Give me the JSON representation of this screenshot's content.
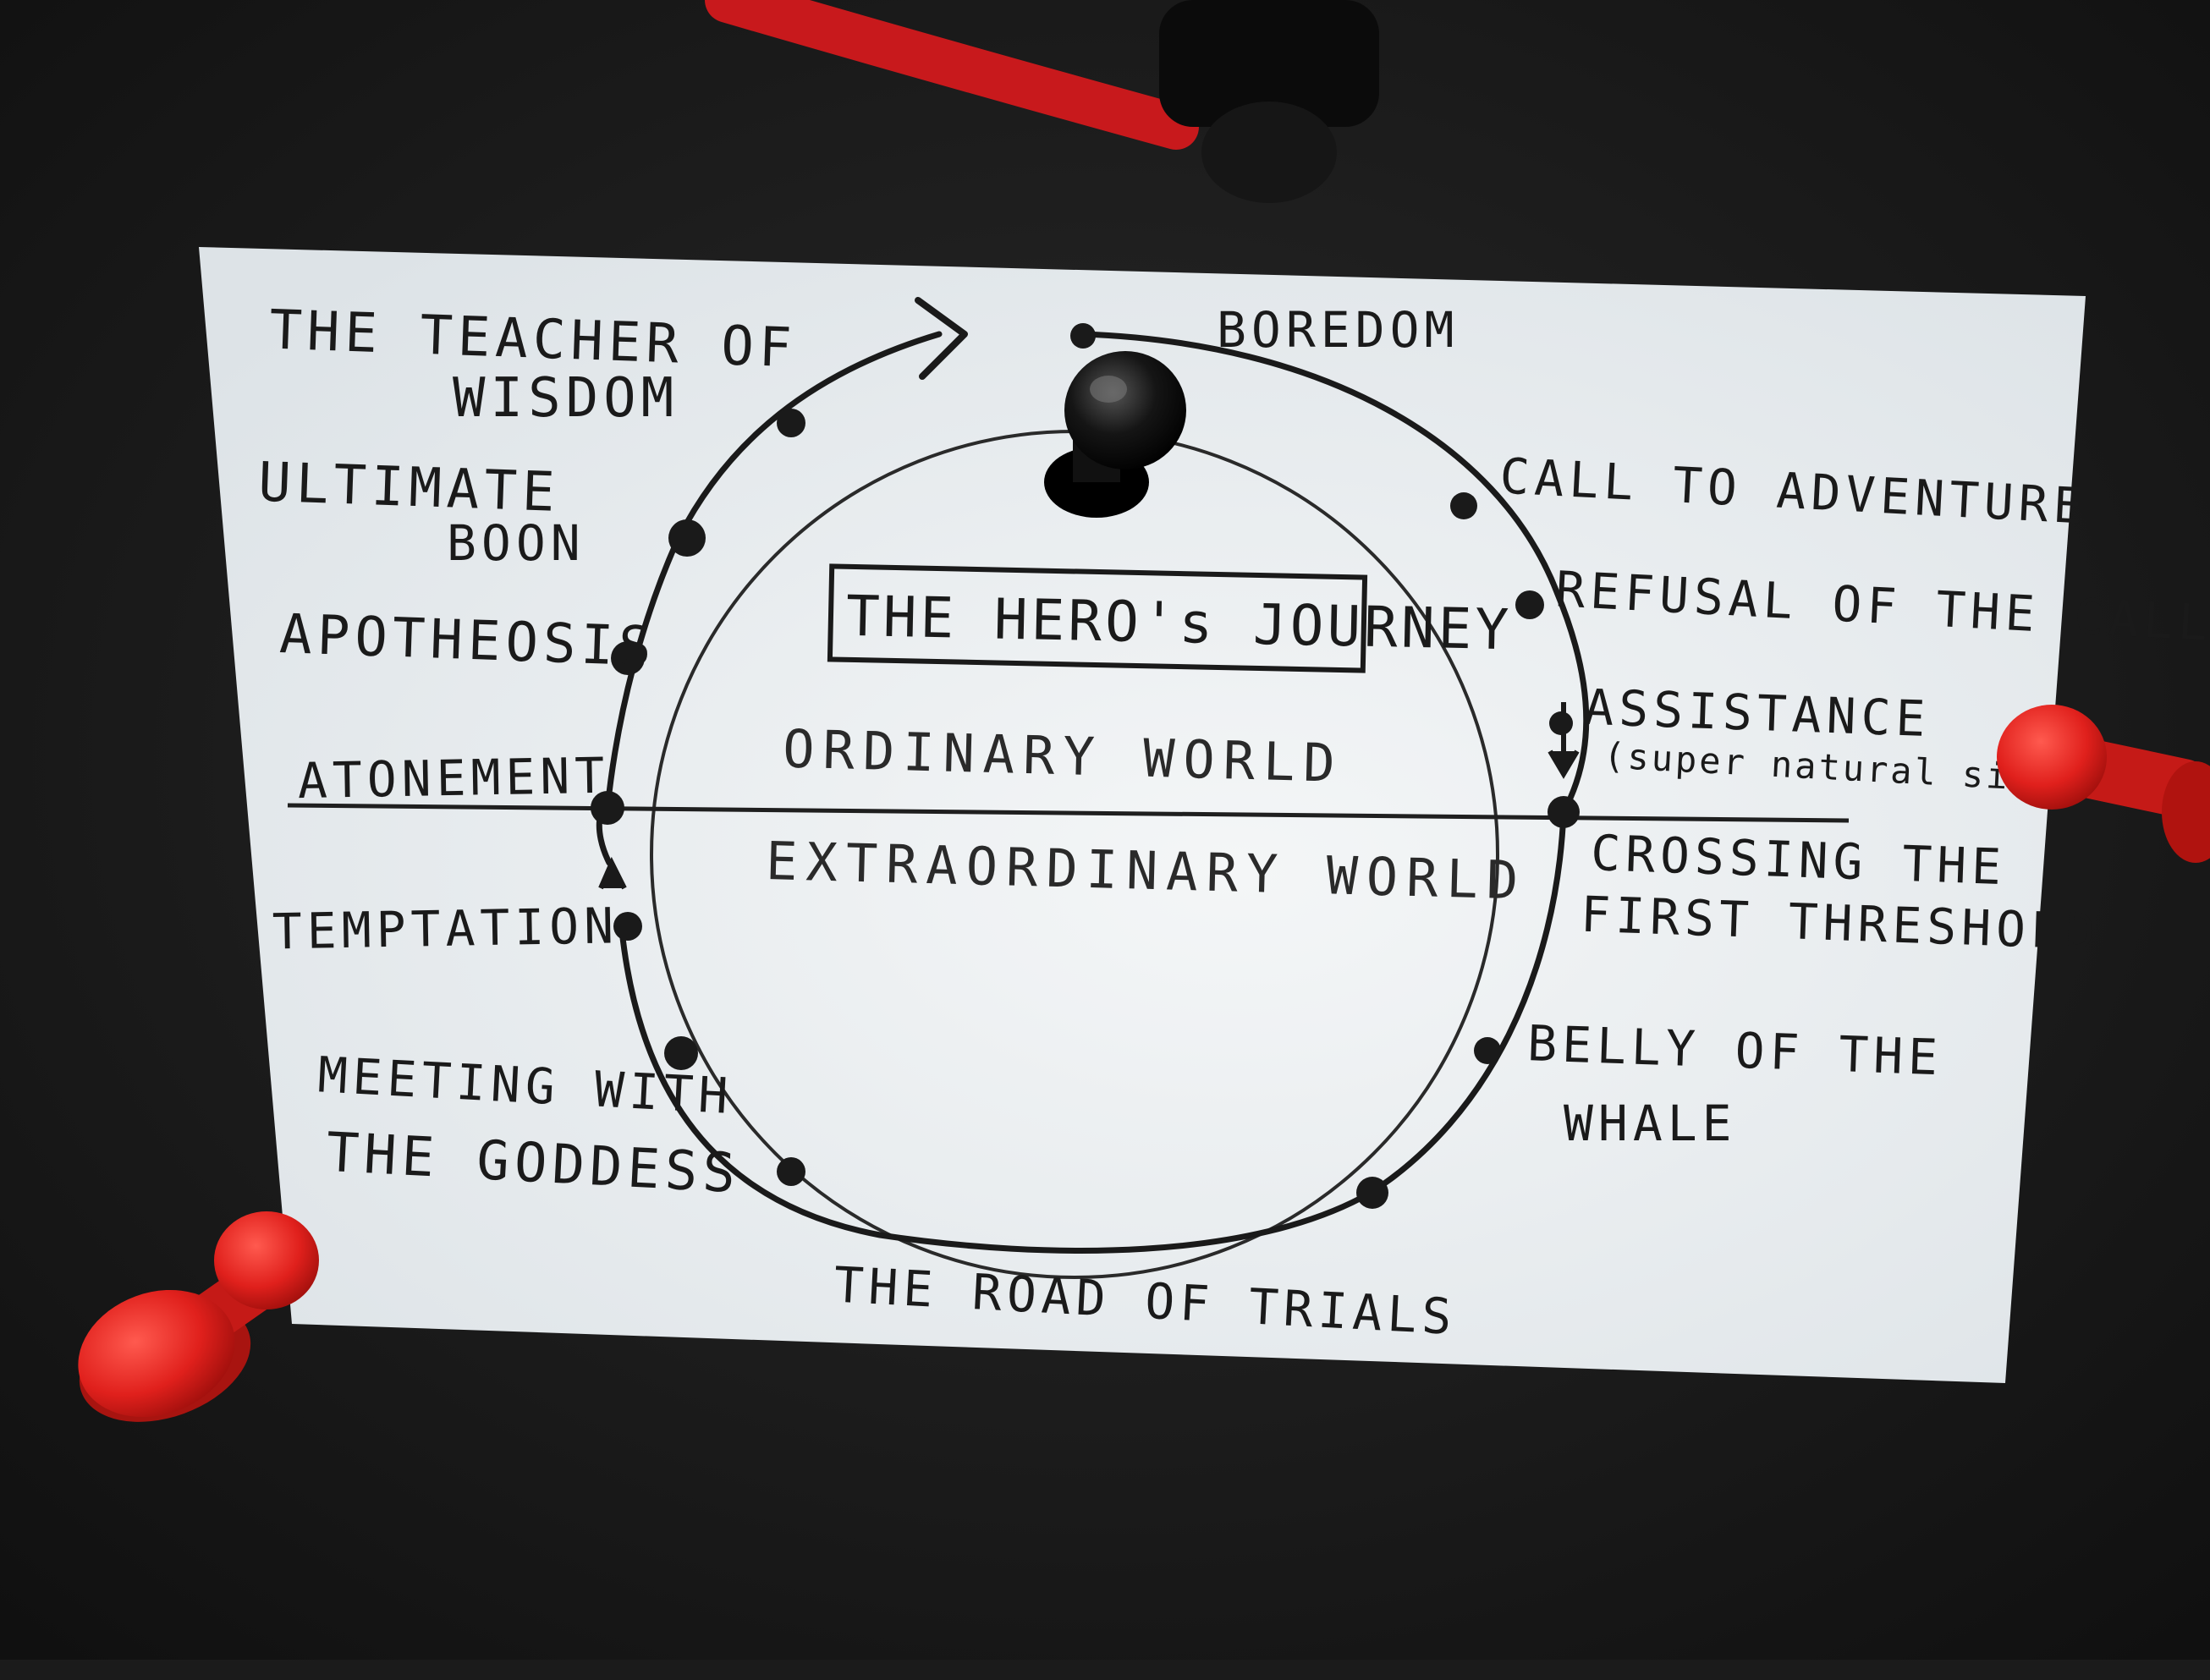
{
  "title": "THE HERO's JOURNEY",
  "worlds": {
    "upper": "ORDINARY WORLD",
    "lower": "EXTRAORDINARY WORLD"
  },
  "stages": {
    "boredom": "BOREDOM",
    "call": "CALL TO ADVENTURE",
    "refusal": "REFUSAL OF THE CALL",
    "assistance": "ASSISTANCE",
    "assistance_note": "(super natural side)",
    "crossing_1": "CROSSING THE",
    "crossing_2": "FIRST THRESHOLD",
    "belly_1": "BELLY OF THE",
    "belly_2": "WHALE",
    "road": "THE ROAD OF TRIALS",
    "goddess_1": "MEETING WITH",
    "goddess_2": "THE GODDESS",
    "temptation": "TEMPTATION",
    "atonement": "ATONEMENT",
    "apotheosis": "APOTHEOSIS",
    "boon_1": "ULTIMATE",
    "boon_2": "BOON",
    "teacher_1": "THE TEACHER OF",
    "teacher_2": "WISDOM"
  },
  "colors": {
    "paper": "#e9edf0",
    "ink": "#1a1a1a",
    "background": "#141414",
    "pin_red": "#e0201c",
    "pin_black": "#0d0d0d",
    "yarn": "#c8191c"
  }
}
